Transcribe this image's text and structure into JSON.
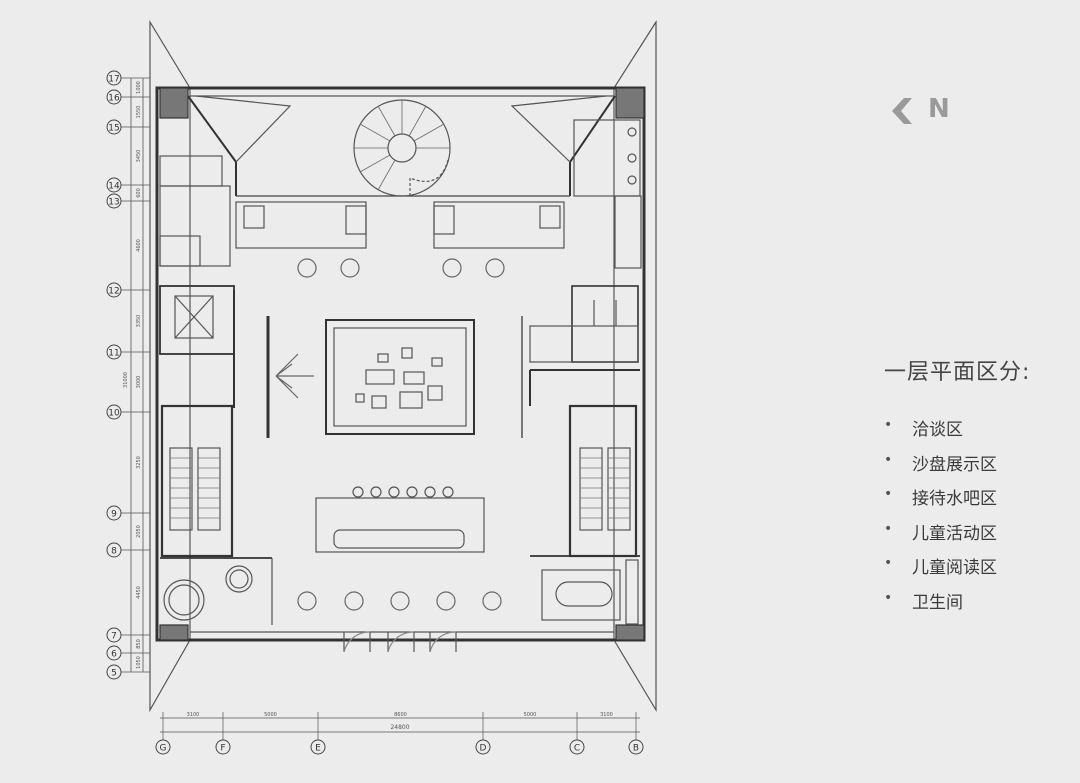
{
  "north": {
    "label": "N"
  },
  "legend": {
    "title": "一层平面区分:",
    "items": [
      "洽谈区",
      "沙盘展示区",
      "接待水吧区",
      "儿童活动区",
      "儿童阅读区",
      "卫生间"
    ]
  },
  "grid_rows": [
    "17",
    "16",
    "15",
    "14",
    "13",
    "12",
    "11",
    "10",
    "9",
    "8",
    "7",
    "6",
    "5"
  ],
  "row_dims": [
    "1000",
    "1550",
    "3450",
    "600",
    "4600",
    "3350",
    "3000",
    "3250",
    "2050",
    "4450",
    "850",
    "1050"
  ],
  "row_total": "31000",
  "grid_cols": [
    "G",
    "F",
    "E",
    "D",
    "C",
    "B"
  ],
  "col_dims": [
    "3100",
    "5000",
    "8600",
    "5000",
    "3100"
  ],
  "col_total": "24800"
}
